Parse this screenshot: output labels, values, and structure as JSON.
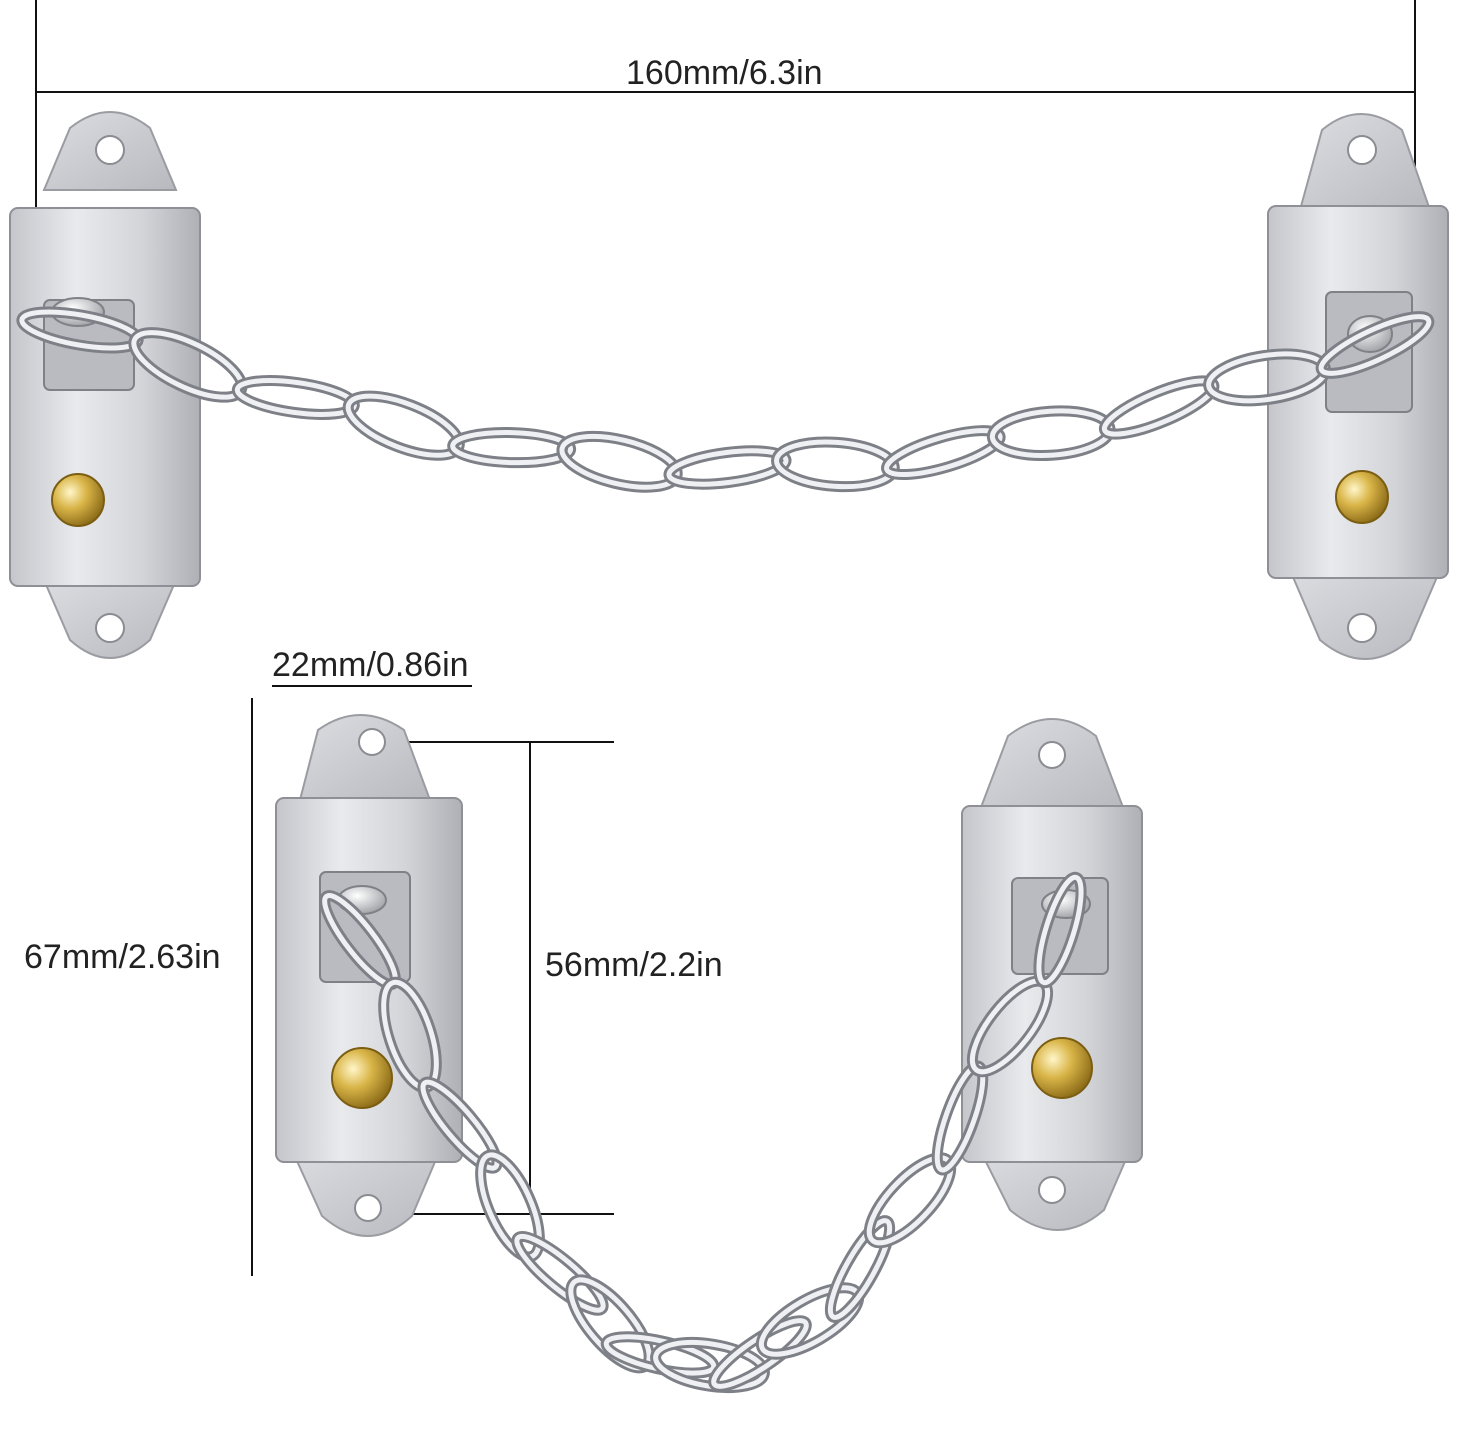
{
  "dimensions": {
    "overall_width": "160mm/6.3in",
    "plate_width": "22mm/0.86in",
    "plate_height": "67mm/2.63in",
    "hole_spacing": "56mm/2.2in"
  },
  "colors": {
    "background": "#ffffff",
    "steel_light": "#e6e7ea",
    "steel_mid": "#c9cbd0",
    "steel_dark": "#8e9096",
    "brass": "#d4b24a",
    "dimension_line": "#111111",
    "label_text": "#222222"
  }
}
